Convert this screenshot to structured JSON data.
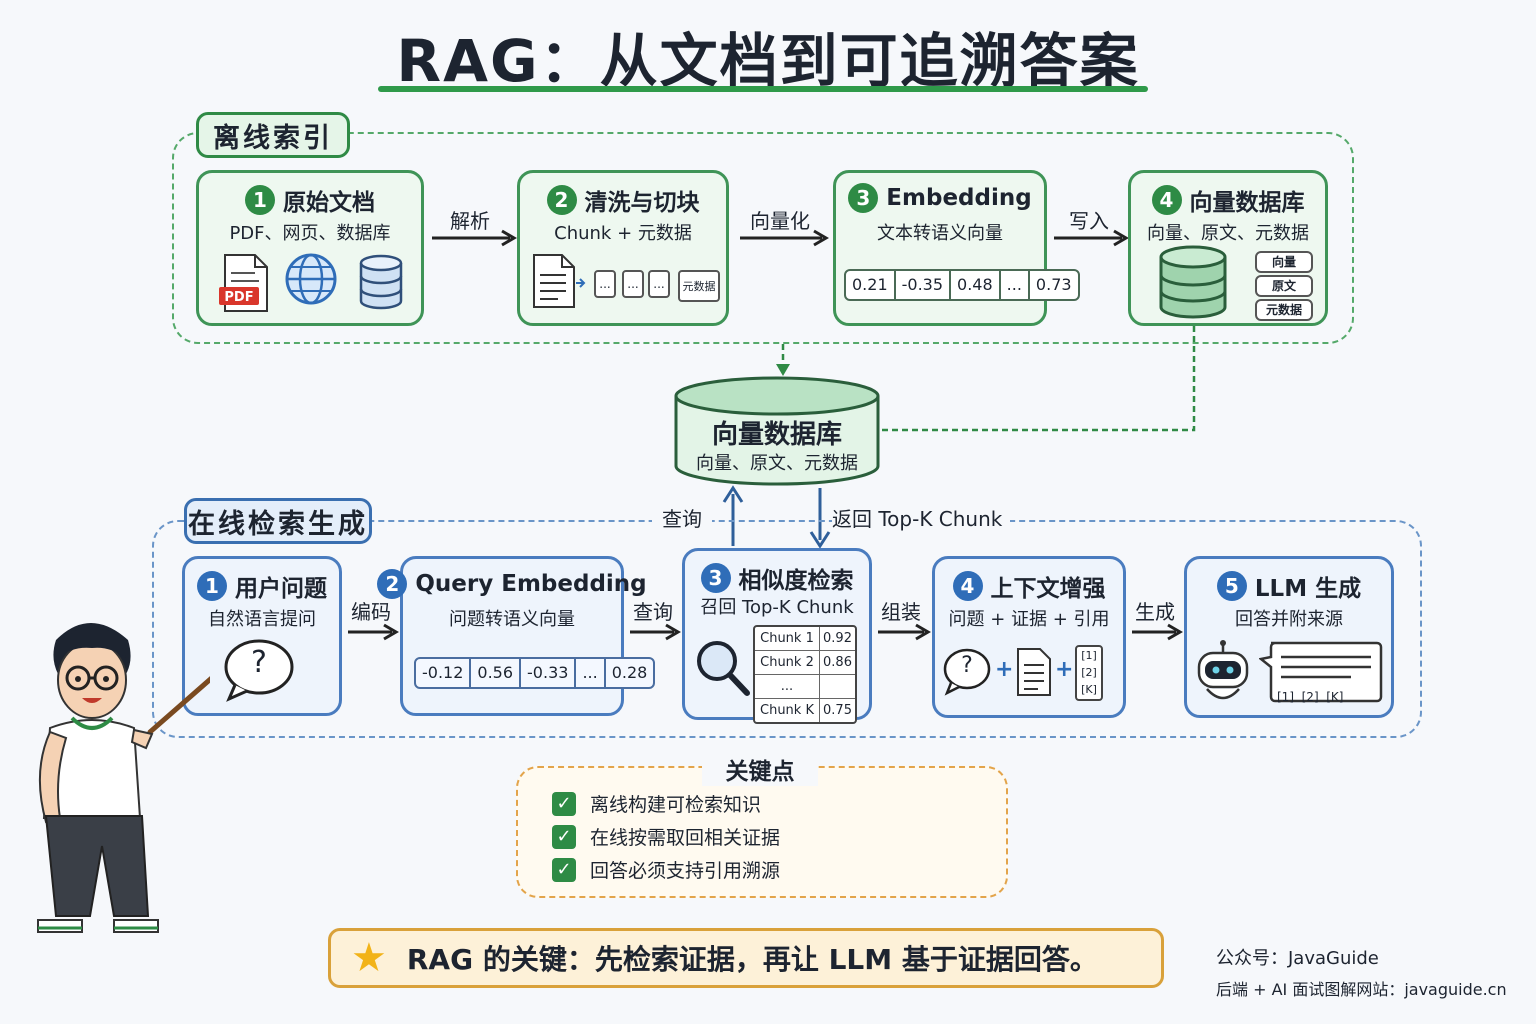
{
  "title": "RAG：从文档到可追溯答案",
  "offline": {
    "label": "离线索引",
    "cards": [
      {
        "num": "1",
        "title": "原始文档",
        "sub": "PDF、网页、数据库",
        "pdf_label": "PDF"
      },
      {
        "num": "2",
        "title": "清洗与切块",
        "sub": "Chunk + 元数据",
        "chunk_cells": [
          "...",
          "...",
          "..."
        ],
        "meta_label": "元数据"
      },
      {
        "num": "3",
        "title": "Embedding",
        "sub": "文本转语义向量",
        "vector": [
          "0.21",
          "-0.35",
          "0.48",
          "...",
          "0.73"
        ]
      },
      {
        "num": "4",
        "title": "向量数据库",
        "sub": "向量、原文、元数据",
        "tags": [
          "向量",
          "原文",
          "元数据"
        ]
      }
    ],
    "arrows": [
      "解析",
      "向量化",
      "写入"
    ]
  },
  "center_db": {
    "title": "向量数据库",
    "sub": "向量、原文、元数据",
    "query_label": "查询",
    "return_label": "返回 Top-K Chunk"
  },
  "online": {
    "label": "在线检索生成",
    "cards": [
      {
        "num": "1",
        "title": "用户问题",
        "sub": "自然语言提问",
        "symbol": "?"
      },
      {
        "num": "2",
        "title": "Query Embedding",
        "sub": "问题转语义向量",
        "vector": [
          "-0.12",
          "0.56",
          "-0.33",
          "...",
          "0.28"
        ]
      },
      {
        "num": "3",
        "title": "相似度检索",
        "sub": "召回 Top-K Chunk",
        "table": [
          {
            "name": "Chunk 1",
            "score": "0.92"
          },
          {
            "name": "Chunk 2",
            "score": "0.86"
          },
          {
            "name": "...",
            "score": ""
          },
          {
            "name": "Chunk K",
            "score": "0.75"
          }
        ]
      },
      {
        "num": "4",
        "title": "上下文增强",
        "sub": "问题 + 证据 + 引用",
        "symbol": "?",
        "plus": "+",
        "refs": [
          "[1]",
          "[2]",
          "[K]"
        ]
      },
      {
        "num": "5",
        "title": "LLM 生成",
        "sub": "回答并附来源",
        "refs_line": "[1]  [2]  [K]"
      }
    ],
    "arrows": [
      "编码",
      "查询",
      "组装",
      "生成"
    ]
  },
  "key_points": {
    "title": "关键点",
    "items": [
      "离线构建可检索知识",
      "在线按需取回相关证据",
      "回答必须支持引用溯源"
    ]
  },
  "banner": "RAG 的关键：先检索证据，再让 LLM 基于证据回答。",
  "footer": {
    "line1": "公众号：JavaGuide",
    "line2": "后端 + AI 面试图解网站：javaguide.cn"
  },
  "colors": {
    "green": "#2e8b45",
    "blue": "#2f6db8",
    "orange": "#e3a44a"
  }
}
